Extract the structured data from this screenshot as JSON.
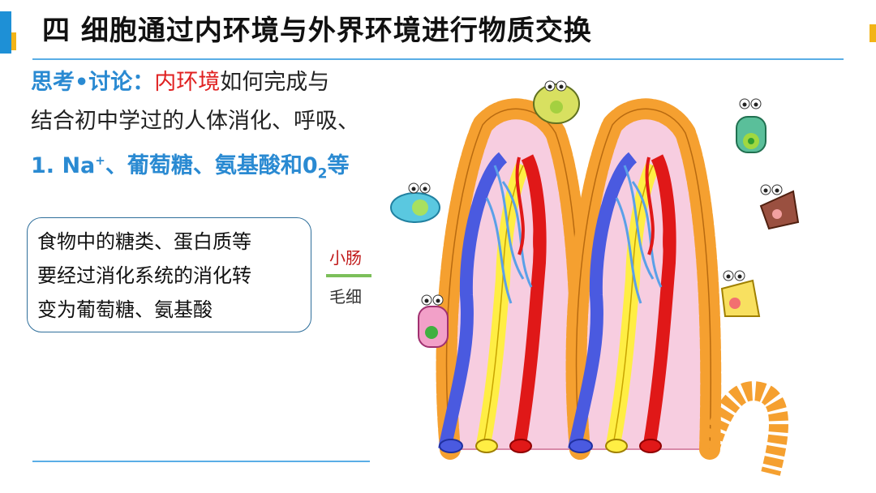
{
  "header": {
    "title": "四  细胞通过内环境与外界环境进行物质交换"
  },
  "content": {
    "line1_prefix": "思考•讨论：",
    "line1_red": "内环境",
    "line1_rest": "如何完成与",
    "line2": "结合初中学过的人体消化、呼吸、",
    "line3_a": "1. Na",
    "line3_sup": "+",
    "line3_b": "、葡萄糖、氨基酸和0",
    "line3_sub": "2",
    "line3_c": "等"
  },
  "food_box": {
    "lines": [
      "食物中的糖类、蛋白质等",
      "要经过消化系统的消化转",
      "变为葡萄糖、氨基酸"
    ]
  },
  "mini_labels": {
    "top": "小肠",
    "bottom": "毛细"
  },
  "colors": {
    "accent_blue": "#2a8ad2",
    "accent_red": "#e02020",
    "rule_blue": "#5aaee6",
    "epithelium_orange": "#f5a030",
    "lacteal_yellow": "#ffee44",
    "artery_red": "#e01818",
    "vein_blue": "#4a5ae0",
    "tissue_pink": "#f7cde0"
  }
}
